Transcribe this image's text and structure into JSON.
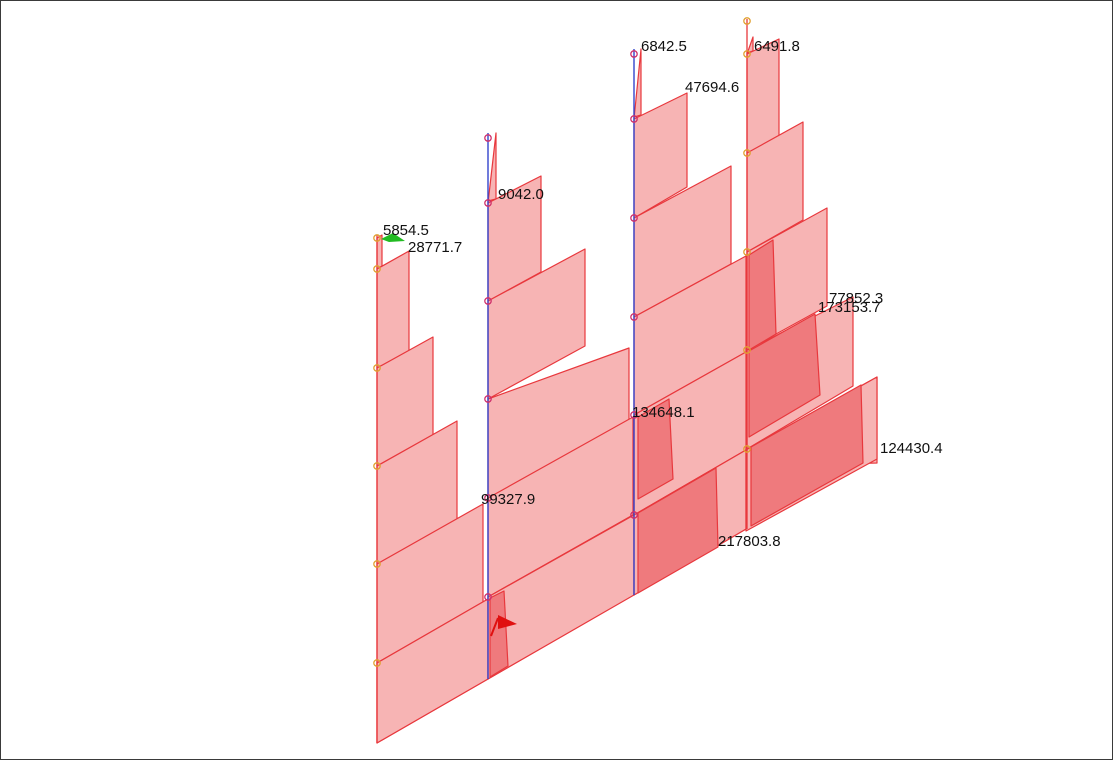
{
  "colors": {
    "panel_fill": "#f7b4b4",
    "panel_stroke": "#e8383d",
    "hatched_fill": "#ef7a7d",
    "column_line": "#3344cc",
    "node_marker": "#e0a030",
    "support_marker": "#d0306a",
    "arrow_red": "#e01010",
    "arrow_green": "#22bb22",
    "background": "#ffffff",
    "text": "#111111"
  },
  "labels": {
    "l1": "6842.5",
    "l2": "6491.8",
    "l3": "47694.6",
    "l4": "9042.0",
    "l5": "5854.5",
    "l6": "28771.7",
    "l7": "77852.3",
    "l8": "173153.7",
    "l9": "134648.1",
    "l10": "124430.4",
    "l11": "99327.9",
    "l12": "217803.8"
  }
}
